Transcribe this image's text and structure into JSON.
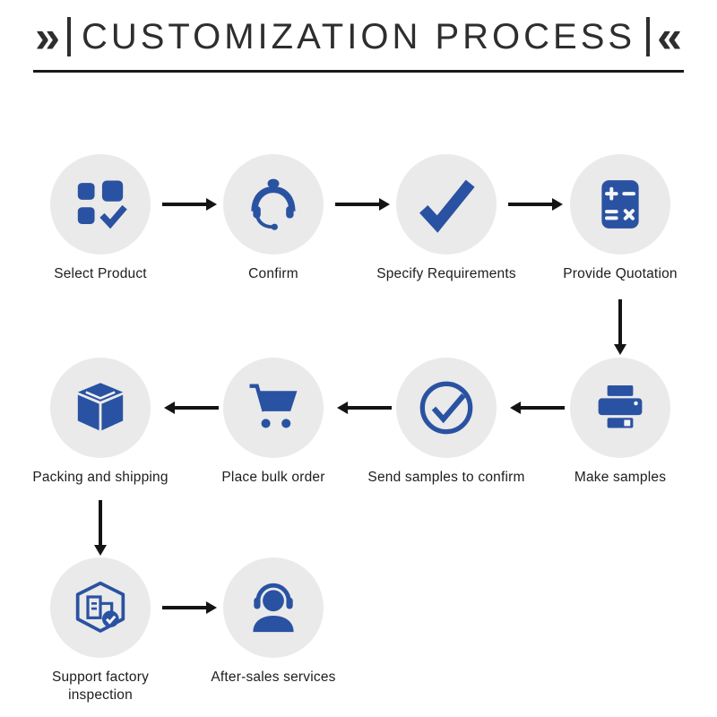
{
  "title": {
    "left_mark": "»",
    "text": "CUSTOMIZATION PROCESS",
    "right_mark": "«"
  },
  "colors": {
    "icon_blue": "#2a52a2",
    "circle_gray": "#eaeaea",
    "arrow_black": "#141414",
    "text_dark": "#1d1d1d",
    "title_dark": "#2e2e2e"
  },
  "steps": [
    {
      "label": "Select Product",
      "icon": "product-grid-check-icon"
    },
    {
      "label": "Confirm",
      "icon": "customer-service-icon"
    },
    {
      "label": "Specify Requirements",
      "icon": "checkmark-icon"
    },
    {
      "label": "Provide Quotation",
      "icon": "calculator-icon"
    },
    {
      "label": "Make samples",
      "icon": "printer-icon"
    },
    {
      "label": "Send samples to confirm",
      "icon": "circle-check-icon"
    },
    {
      "label": "Place bulk order",
      "icon": "shopping-cart-icon"
    },
    {
      "label": "Packing and shipping",
      "icon": "package-box-icon"
    },
    {
      "label": "Support factory inspection",
      "icon": "factory-inspection-icon"
    },
    {
      "label": "After-sales services",
      "icon": "headset-person-icon"
    }
  ]
}
